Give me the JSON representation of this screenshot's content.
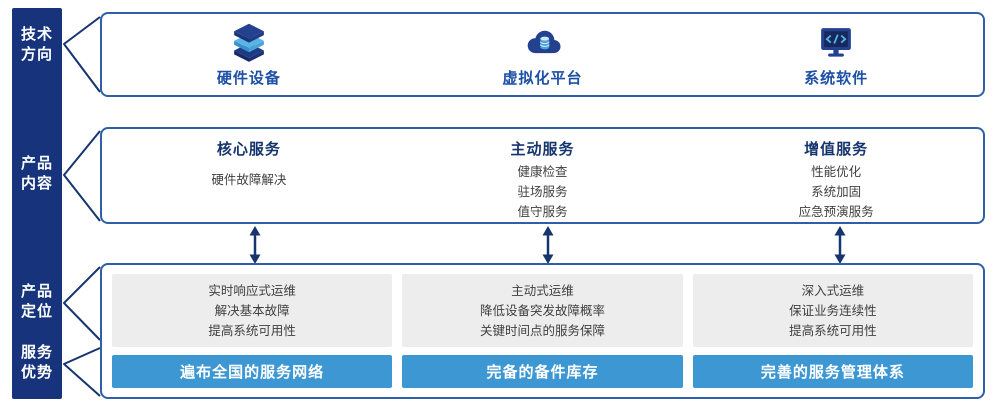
{
  "sidebar": {
    "groups": [
      {
        "line1": "技术",
        "line2": "方向"
      },
      {
        "line1": "产品",
        "line2": "内容"
      },
      {
        "line1": "产品",
        "line2": "定位"
      },
      {
        "line1": "服务",
        "line2": "优势"
      }
    ]
  },
  "tech_row": {
    "columns": [
      {
        "icon": "server-stack-icon",
        "label": "硬件设备"
      },
      {
        "icon": "cloud-virtualization-icon",
        "label": "虚拟化平台"
      },
      {
        "icon": "system-software-icon",
        "label": "系统软件"
      }
    ]
  },
  "service_row": {
    "columns": [
      {
        "title": "核心服务",
        "items": [
          "硬件故障解决"
        ]
      },
      {
        "title": "主动服务",
        "items": [
          "健康检查",
          "驻场服务",
          "值守服务"
        ]
      },
      {
        "title": "增值服务",
        "items": [
          "性能优化",
          "系统加固",
          "应急预演服务"
        ]
      }
    ]
  },
  "positioning_row": {
    "columns": [
      {
        "lines": [
          "实时响应式运维",
          "解决基本故障",
          "提高系统可用性"
        ],
        "banner": "遍布全国的服务网络"
      },
      {
        "lines": [
          "主动式运维",
          "降低设备突发故障概率",
          "关键时间点的服务保障"
        ],
        "banner": "完备的备件库存"
      },
      {
        "lines": [
          "深入式运维",
          "保证业务连续性",
          "提高系统可用性"
        ],
        "banner": "完善的服务管理体系"
      }
    ]
  },
  "colors": {
    "sidebar_bg": "#16337c",
    "box_border": "#2e5fa8",
    "tech_label": "#1d4fa5",
    "service_title": "#16356e",
    "body_text": "#3f3f3f",
    "panel_bg": "#ededed",
    "banner_bg": "#3d97d3",
    "arrow": "#16356e",
    "icon_navy": "#24418f",
    "icon_light_blue": "#5ab4e5"
  }
}
